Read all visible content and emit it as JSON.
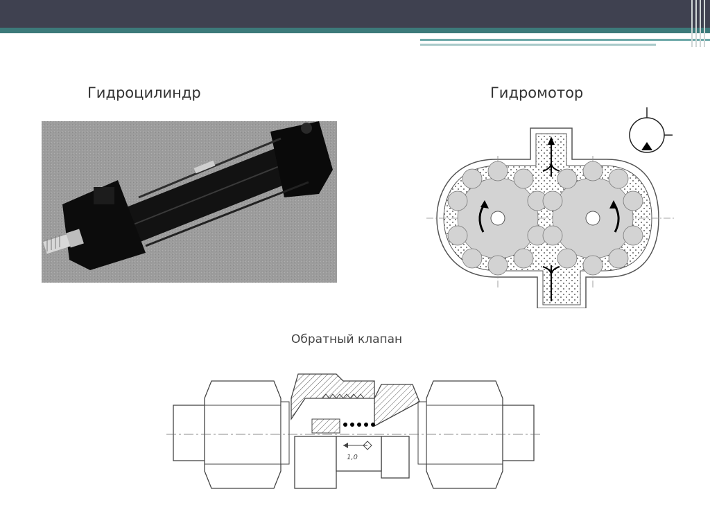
{
  "slide": {
    "titles": {
      "cylinder": "Гидроцилиндр",
      "motor": "Гидромотор",
      "valve": "Обратный клапан"
    },
    "valve_annotation": "1,0"
  },
  "colors": {
    "header_dark": "#3f4150",
    "header_teal": "#3c7a7a",
    "photo_background": "#9a9a9a",
    "gear_fill": "#d3d3d3"
  }
}
